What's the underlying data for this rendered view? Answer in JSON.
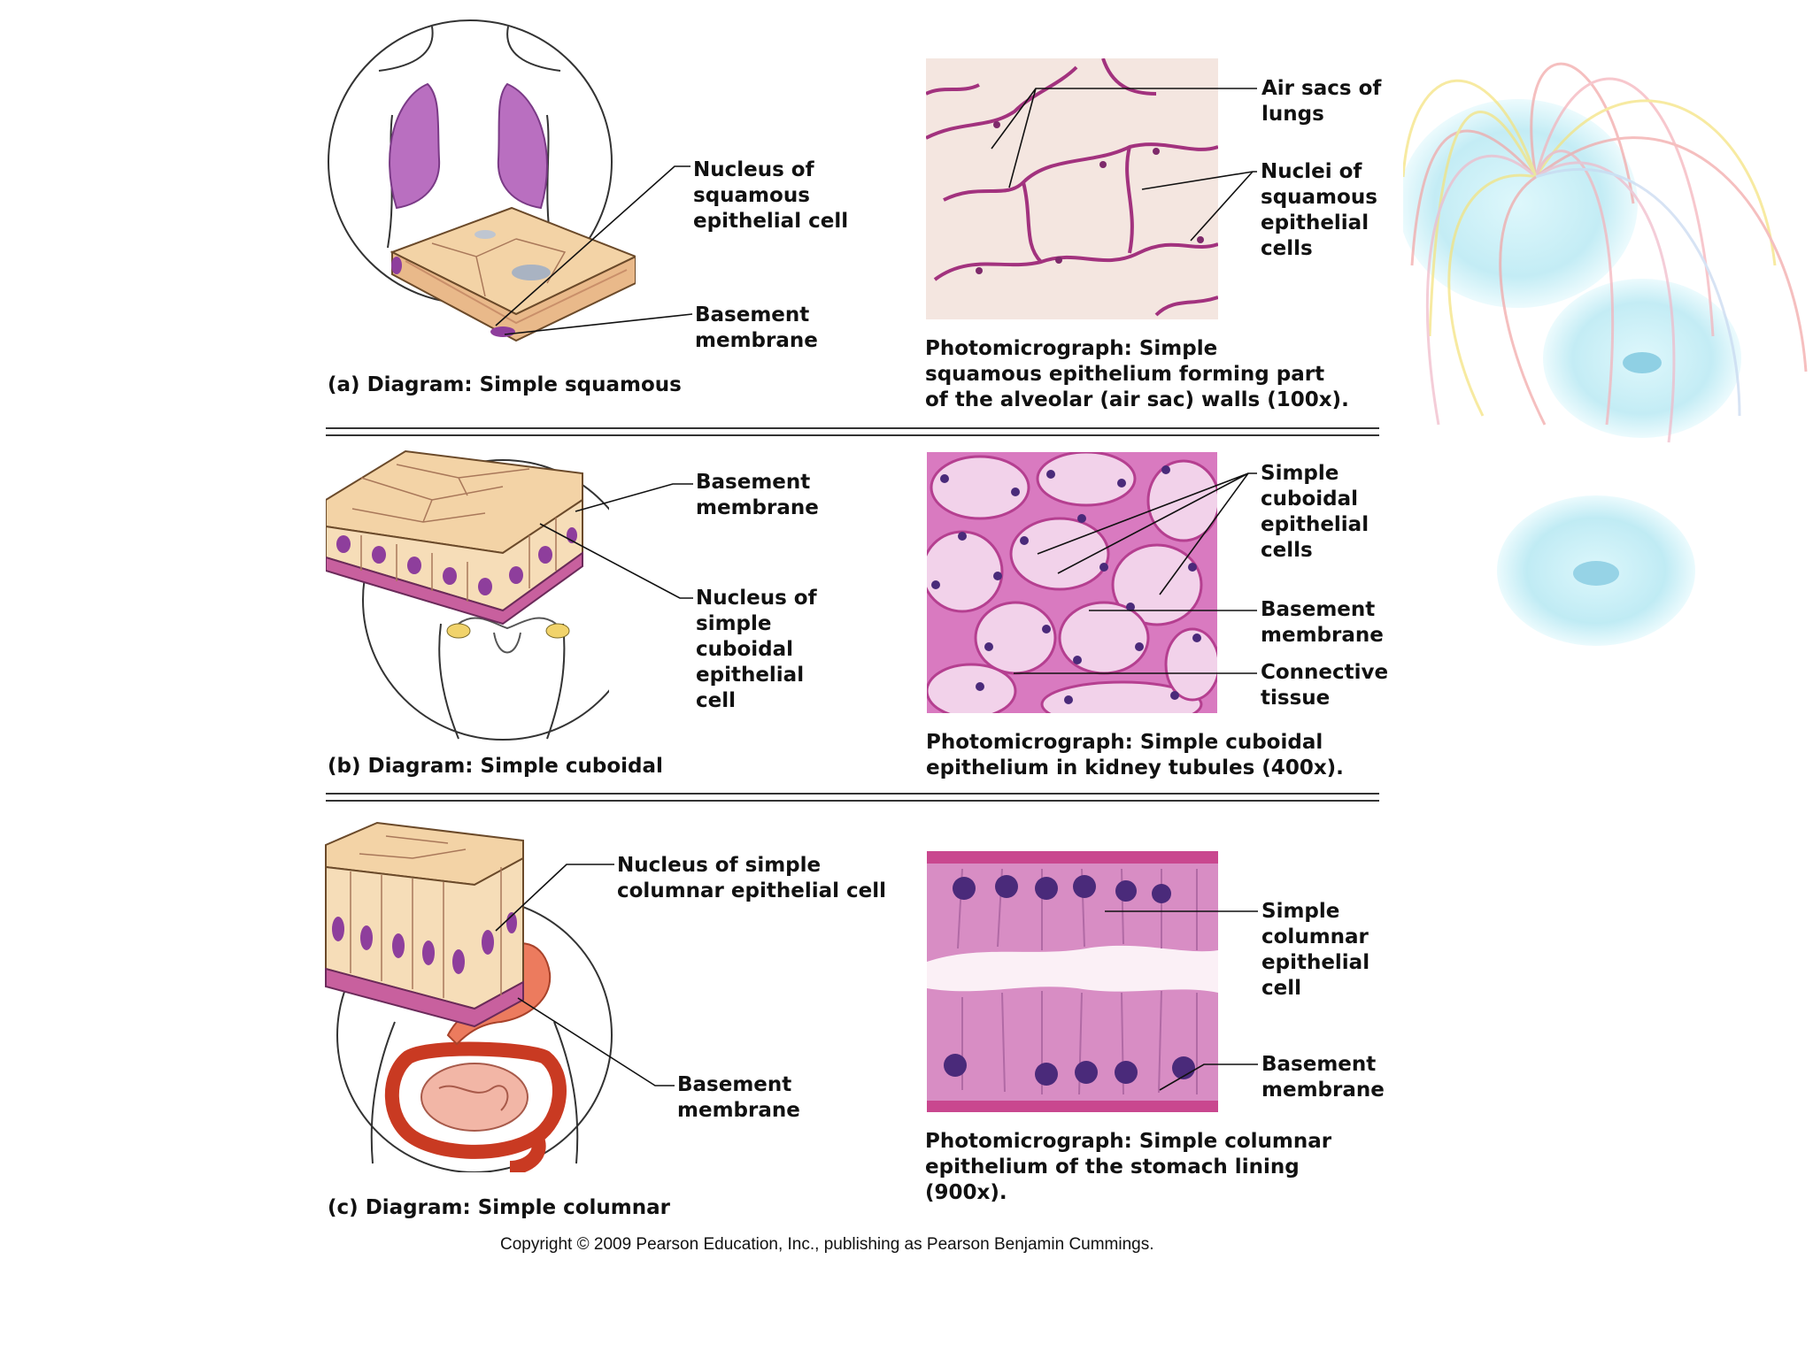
{
  "panel_a": {
    "diagram_tag": "(a)",
    "diagram_word": "Diagram:",
    "diagram_desc": "Simple squamous",
    "label_nucleus": [
      "Nucleus of",
      "squamous",
      "epithelial cell"
    ],
    "label_basement": [
      "Basement",
      "membrane"
    ],
    "photo_bold": "Photomicrograph:",
    "photo_lines": [
      "Simple",
      "squamous epithelium forming part",
      "of the alveolar (air sac) walls (100x)."
    ],
    "photo_label_air": [
      "Air sacs of",
      "lungs"
    ],
    "photo_label_nuclei": [
      "Nuclei of",
      "squamous",
      "epithelial",
      "cells"
    ]
  },
  "panel_b": {
    "diagram_tag": "(b)",
    "diagram_word": "Diagram:",
    "diagram_desc": "Simple cuboidal",
    "label_basement": [
      "Basement",
      "membrane"
    ],
    "label_nucleus": [
      "Nucleus of",
      "simple",
      "cuboidal",
      "epithelial",
      "cell"
    ],
    "photo_bold": "Photomicrograph:",
    "photo_lines": [
      "Simple cuboidal",
      "epithelium in kidney tubules (400x)."
    ],
    "photo_label_cells": [
      "Simple",
      "cuboidal",
      "epithelial",
      "cells"
    ],
    "photo_label_basement": [
      "Basement",
      "membrane"
    ],
    "photo_label_connective": [
      "Connective",
      "tissue"
    ]
  },
  "panel_c": {
    "diagram_tag": "(c)",
    "diagram_word": "Diagram:",
    "diagram_desc": "Simple columnar",
    "label_nucleus": [
      "Nucleus of simple",
      "columnar epithelial cell"
    ],
    "label_basement": [
      "Basement",
      "membrane"
    ],
    "photo_bold": "Photomicrograph:",
    "photo_lines": [
      "Simple columnar",
      "epithelium of the stomach lining",
      "(900x)."
    ],
    "photo_label_cell": [
      "Simple",
      "columnar",
      "epithelial",
      "cell"
    ],
    "photo_label_basement": [
      "Basement",
      "membrane"
    ]
  },
  "copyright": "Copyright © 2009 Pearson Education, Inc., publishing as Pearson Benjamin Cummings.",
  "colors": {
    "tissue_pink": "#e8a8d4",
    "tissue_magenta": "#b03a8c",
    "cell_tan": "#f3d3a6",
    "nucleus_purple": "#8e3e9c",
    "lung_purple": "#b96fc0",
    "intestine_red": "#e0492e",
    "bg_blue": "#bfe8f2"
  }
}
